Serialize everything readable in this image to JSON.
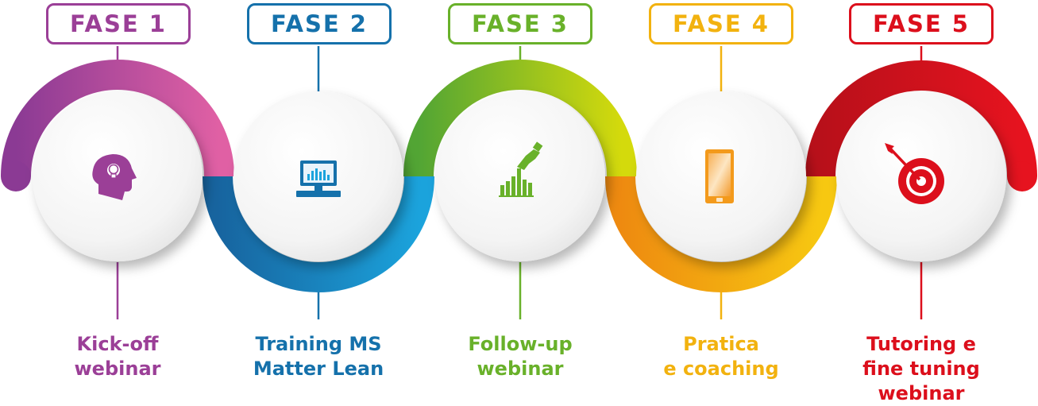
{
  "colors": {
    "purple": "#9b3f97",
    "blue": "#1571ab",
    "green": "#69b12a",
    "yellow": "#f2b20f",
    "red": "#dc0f1c"
  },
  "phases": [
    {
      "label": "FASE 1",
      "caption": [
        "Kick-off",
        "webinar"
      ],
      "icon": "head-lightbulb-icon"
    },
    {
      "label": "FASE 2",
      "caption": [
        "Training MS",
        "Matter Lean"
      ],
      "icon": "computer-monitor-icon"
    },
    {
      "label": "FASE 3",
      "caption": [
        "Follow-up",
        "webinar"
      ],
      "icon": "hand-bar-chart-icon"
    },
    {
      "label": "FASE 4",
      "caption": [
        "Pratica",
        "e coaching"
      ],
      "icon": "smartphone-icon"
    },
    {
      "label": "FASE 5",
      "caption": [
        "Tutoring e",
        "fine tuning",
        "webinar"
      ],
      "icon": "target-dart-icon"
    }
  ]
}
